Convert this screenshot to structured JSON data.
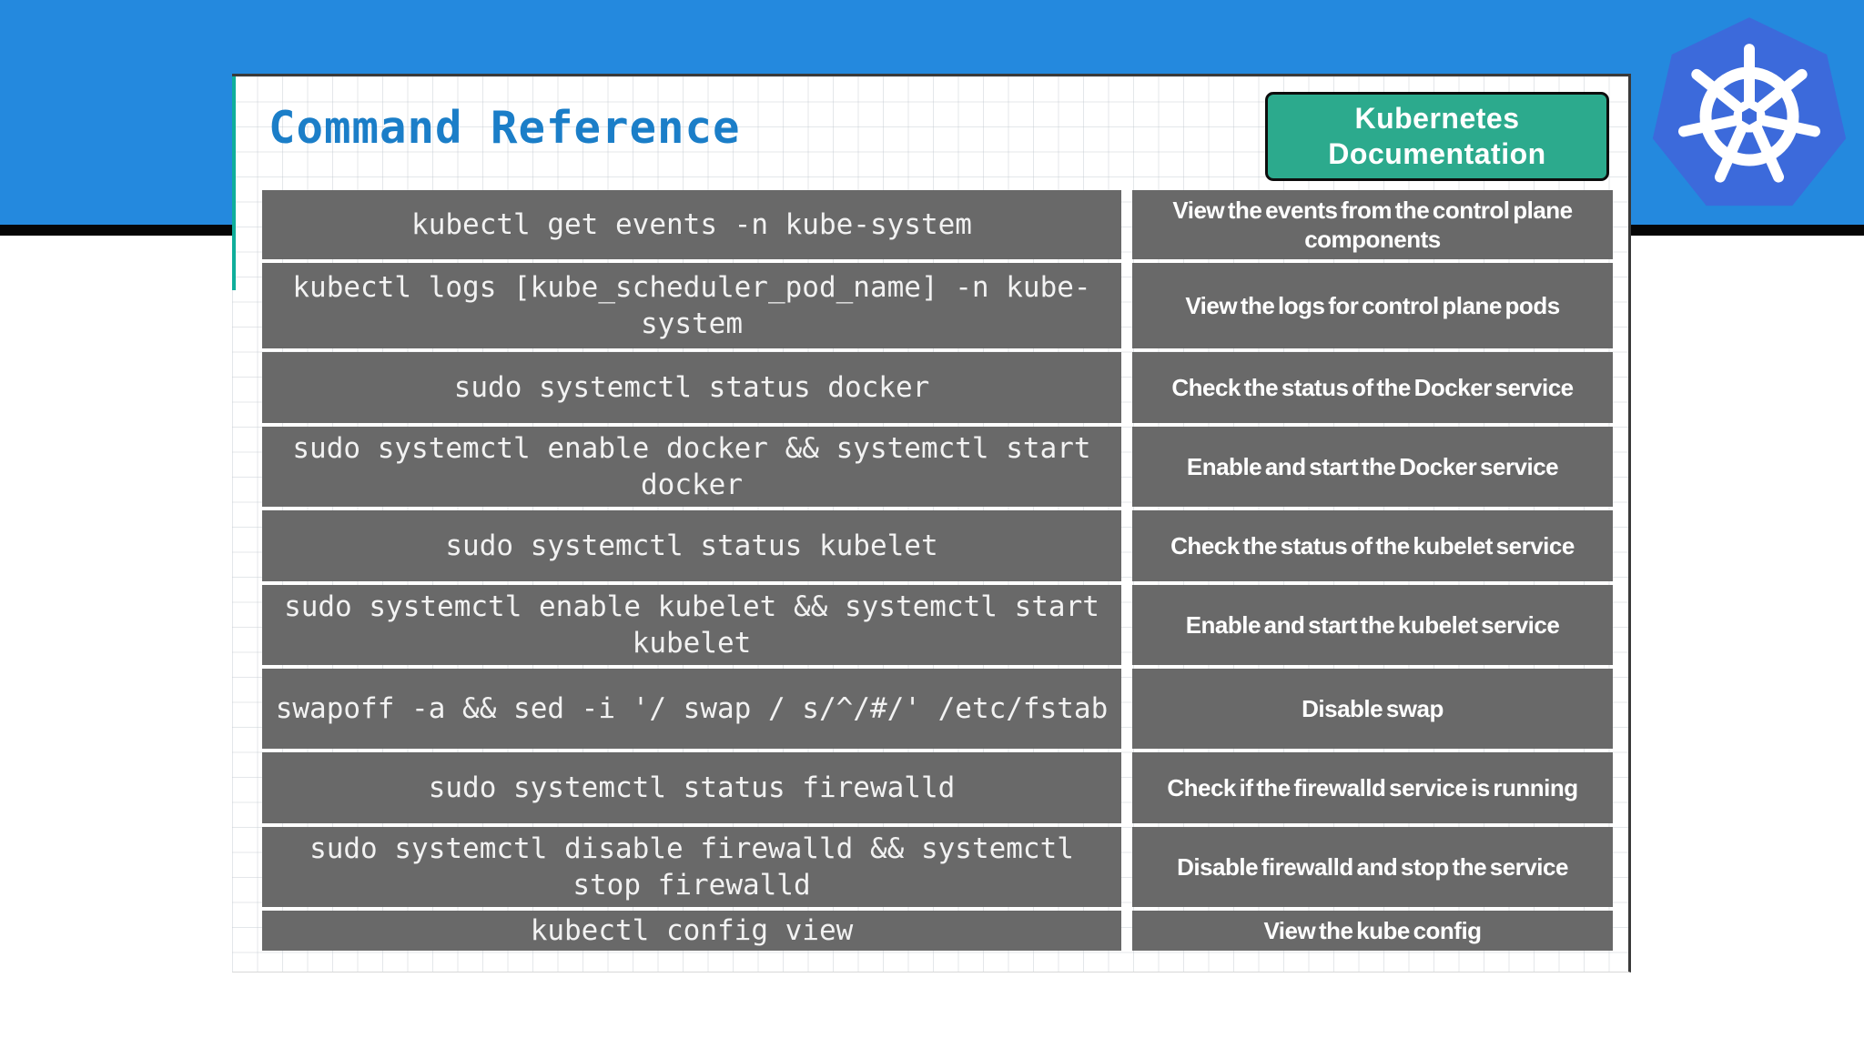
{
  "title": "Command Reference",
  "docs_button": {
    "line1": "Kubernetes",
    "line2": "Documentation"
  },
  "logo": {
    "name": "kubernetes-logo"
  },
  "colors": {
    "band_blue": "#2489de",
    "logo_hexagon_blue": "#3c6adb",
    "button_green": "#2caa8d",
    "cell_gray": "#696969",
    "title_blue": "#1b7ec8",
    "accent_teal": "#0fae9b",
    "divider_black": "#060606"
  },
  "table": {
    "rows": [
      {
        "command": "kubectl get events -n kube-system",
        "description": "View the events from the control plane components"
      },
      {
        "command": "kubectl logs [kube_scheduler_pod_name] -n kube-system",
        "description": "View the logs for control plane pods"
      },
      {
        "command": "sudo systemctl status docker",
        "description": "Check the status of the Docker service"
      },
      {
        "command": "sudo systemctl enable docker && systemctl start docker",
        "description": "Enable and start the Docker service"
      },
      {
        "command": "sudo systemctl status kubelet",
        "description": "Check the status of the kubelet service"
      },
      {
        "command": "sudo systemctl enable kubelet && systemctl start kubelet",
        "description": "Enable and start the kubelet service"
      },
      {
        "command": "swapoff -a && sed -i '/ swap / s/^/#/' /etc/fstab",
        "description": "Disable swap"
      },
      {
        "command": "sudo systemctl status firewalld",
        "description": "Check if the firewalld service is running"
      },
      {
        "command": "sudo systemctl disable firewalld && systemctl stop firewalld",
        "description": "Disable firewalld and stop the service"
      },
      {
        "command": "kubectl config view",
        "description": "View the kube config"
      }
    ]
  }
}
